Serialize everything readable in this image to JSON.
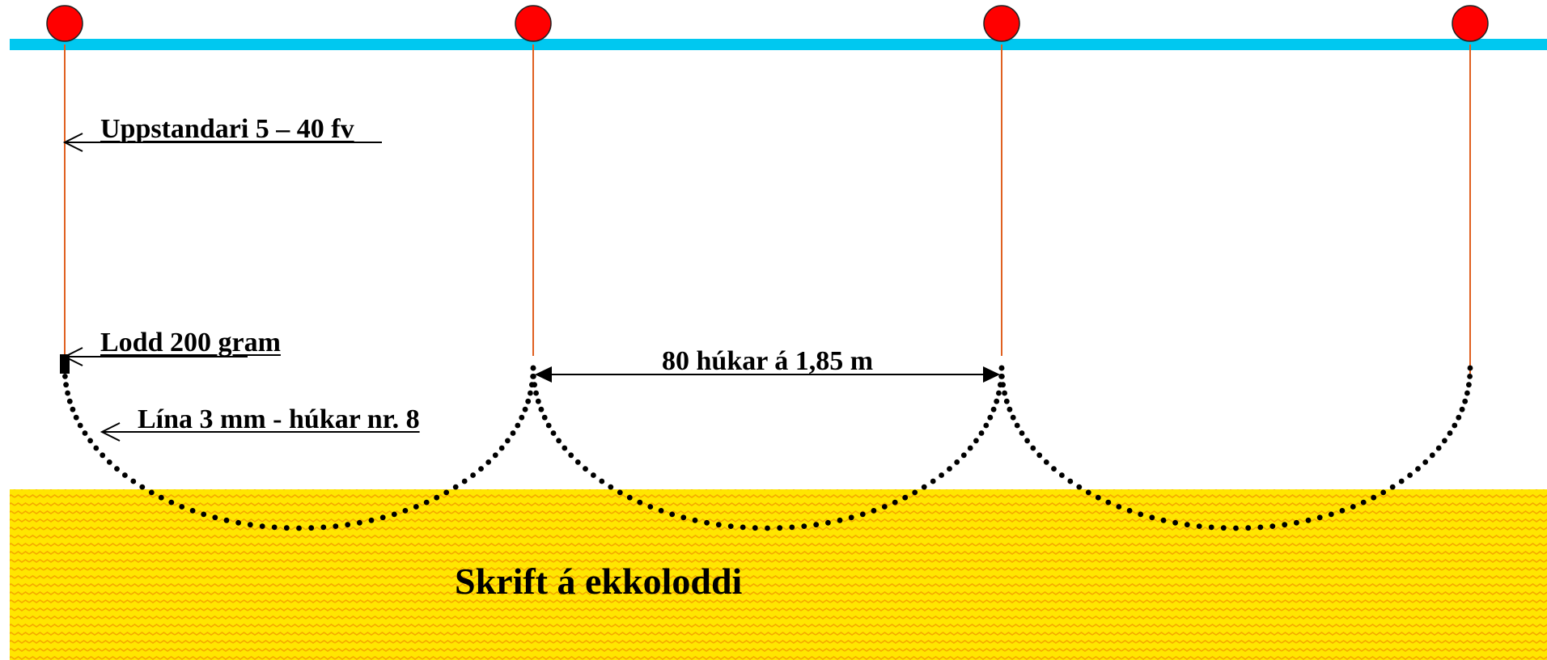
{
  "labels": {
    "dropper": "Uppstandari  5 – 40 fv",
    "weight": "Lodd 200 gram",
    "line": "Lína 3 mm -  húkar nr. 8",
    "hook_spacing": "80 húkar á 1,85 m",
    "seabed": "Skrift á ekkoloddi"
  },
  "colors": {
    "surface_line": "#00c8f0",
    "buoy": "#ff0000",
    "dropper_line": "#e06020",
    "seabed_fill": "#ffe600",
    "seabed_wave": "#f5a800",
    "hook_line": "#000000"
  },
  "icons": {
    "buoy": "red-circle",
    "weight": "black-rectangle",
    "pointer": "open-arrow-left",
    "dimension": "double-headed-arrow"
  }
}
